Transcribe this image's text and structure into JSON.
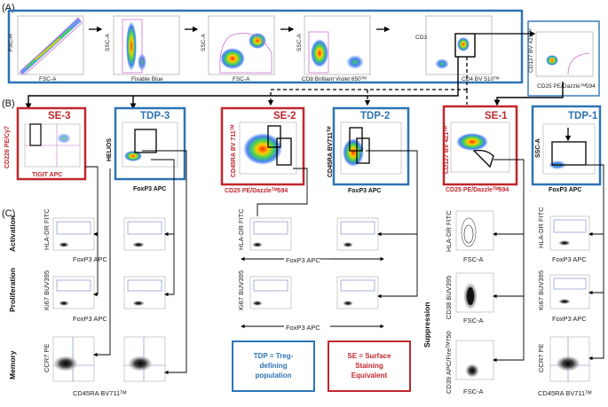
{
  "sections": {
    "a": "(A)",
    "b": "(B)",
    "c": "(C)"
  },
  "gating": {
    "p1": {
      "y": "FSC-H",
      "x": "FSC-A"
    },
    "p2": {
      "y": "SSC-A",
      "x": "Fixable Blue"
    },
    "p3": {
      "y": "SSC-A",
      "x": "FSC-A"
    },
    "p4": {
      "y": "SSC-A",
      "x": "CD8 Brilliant Violet 650ᵀᴹ"
    },
    "p5": {
      "y": "CD3",
      "x": "CD4 BV 510ᵀᴹ"
    },
    "p6": {
      "y": "CD127 BV 421ᵀᴹ",
      "x": "CD25 PE/Dazzleᵀᴹ594"
    }
  },
  "populations": [
    {
      "tag": "SE-3",
      "y": "CD226 PE/Cy7",
      "x": "TIGIT APC"
    },
    {
      "tag": "TDP-3",
      "y": "HELIOS",
      "x": "FoxP3 APC"
    },
    {
      "tag": "SE-2",
      "y": "CD45RA BV 711ᵀᴹ",
      "x": "CD25 PE/Dazzleᵀᴹ594"
    },
    {
      "tag": "TDP-2",
      "y": "CD45RA BV711ᵀᴹ",
      "x": "FoxP3 APC"
    },
    {
      "tag": "SE-1",
      "y": "CD127 BV 421ᵀᴹ",
      "x": "CD25 PE/Dazzleᵀᴹ594"
    },
    {
      "tag": "TDP-1",
      "y": "SSC-A",
      "x": "FoxP3 APC"
    }
  ],
  "rows": {
    "activation": "Activation",
    "proliferation": "Proliferation",
    "memory": "Memory",
    "suppression": "Suppression"
  },
  "small": {
    "hla": "HLA-DR FITC",
    "ki67": "Ki67 BUV395",
    "ccr7": "CCR7 PE",
    "foxp3": "FoxP3 APC",
    "cd45ra": "CD45RA BV711ᵀᴹ",
    "fsc": "FSC-A",
    "cd38": "CD38 BUV395",
    "cd39": "CD39 APC/Fireᵀᴹ750"
  },
  "legend": {
    "tdp": [
      "TDP = Treg-",
      "defining",
      "population"
    ],
    "se": [
      "SE = Surface",
      "Staining",
      "Equivalent"
    ]
  },
  "colors": {
    "red": "#c0272d",
    "blue": "#2e74b5"
  }
}
